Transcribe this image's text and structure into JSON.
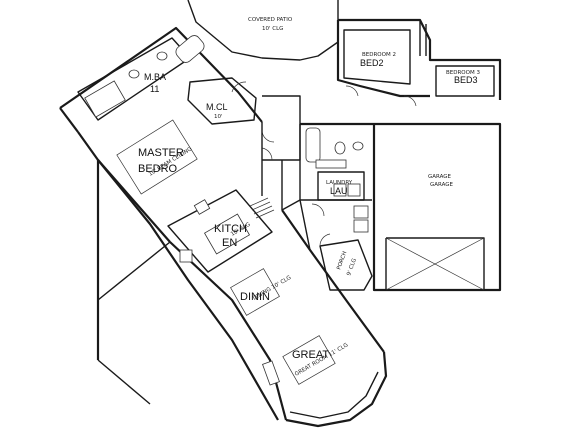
{
  "rooms": {
    "covered_patio": {
      "name": "COVERED PATIO",
      "clg": "10' CLG"
    },
    "bedroom2": {
      "name": "BEDROOM 2",
      "code": "BED2"
    },
    "bedroom3": {
      "name": "BEDROOM 3",
      "code": "BED3"
    },
    "master_bath": {
      "code": "M.BA",
      "num": "11"
    },
    "master_closet": {
      "code": "M.CL",
      "num": "10'"
    },
    "master_bedroom": {
      "line1": "MASTER",
      "line2": "BEDRO",
      "sub": "10' BEAM CEILING"
    },
    "kitchen": {
      "line1": "KITCH",
      "line2": "EN",
      "sub": "10' CLG"
    },
    "dining": {
      "code": "DININ",
      "sub": "DINING 10' CLG"
    },
    "great": {
      "code": "GREAT",
      "sub": "GREAT ROOM 11' CLG"
    },
    "laundry": {
      "name": "LAUNDRY",
      "code": "LAU"
    },
    "porch": {
      "name": "PORCH",
      "clg": "9' CLG"
    },
    "garage": {
      "name": "GARAGE",
      "code": "GARAGE"
    }
  }
}
